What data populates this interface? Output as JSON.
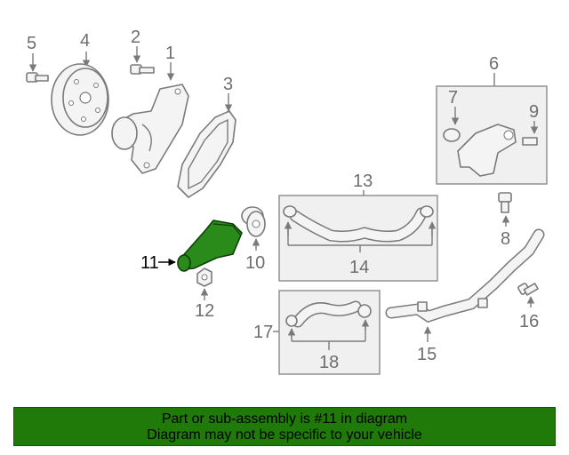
{
  "callouts": {
    "c1": "1",
    "c2": "2",
    "c3": "3",
    "c4": "4",
    "c5": "5",
    "c6": "6",
    "c7": "7",
    "c8": "8",
    "c9": "9",
    "c10": "10",
    "c11": "11",
    "c12": "12",
    "c13": "13",
    "c14": "14",
    "c15": "15",
    "c16": "16",
    "c17": "17",
    "c18": "18"
  },
  "banner": {
    "line1": "Part or sub-assembly is #11 in diagram",
    "line2": "Diagram may not be specific to your vehicle"
  },
  "colors": {
    "highlight_part": "#2a8a1a",
    "banner_bg": "#1f7a0a",
    "line_gray": "#7a7a7a"
  }
}
